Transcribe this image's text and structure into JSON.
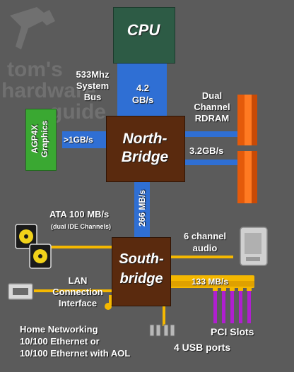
{
  "watermark": {
    "line1": "tom's",
    "line2": "hardware",
    "line3": "guide"
  },
  "cpu": {
    "label": "CPU"
  },
  "north_bridge": {
    "line1": "North-",
    "line2": "Bridge"
  },
  "south_bridge": {
    "line1": "South-",
    "line2": "bridge"
  },
  "bus": {
    "fsb_label": "533Mhz\nSystem\nBus",
    "fsb_speed": "4.2\nGB/s",
    "hub_speed": "266 MB/s",
    "agp_speed": ">1GB/s",
    "memory_label": "Dual\nChannel\nRDRAM",
    "memory_speed": "3.2GB/s",
    "pci_speed": "133 MB/s"
  },
  "agp": {
    "label": "AGP4X\nGraphics"
  },
  "ide": {
    "title": "ATA 100 MB/s",
    "subtitle": "(dual IDE Channels)"
  },
  "audio": {
    "label": "6 channel\naudio"
  },
  "lan": {
    "label": "LAN\nConnection\nInterface"
  },
  "networking": {
    "label": "Home Networking\n10/100 Ethernet or\n10/100 Ethernet with AOL"
  },
  "pci": {
    "label": "PCI Slots"
  },
  "usb": {
    "label": "4 USB ports"
  },
  "colors": {
    "background": "#5b5b5b",
    "cpu": "#2d5b45",
    "bridge": "#5a2a0e",
    "bus_blue": "#2f6fd4",
    "agp_green": "#3aa832",
    "rdram_orange": "#e45a0a",
    "wire_yellow": "#f5b800",
    "pci_purple": "#b01fd0"
  }
}
